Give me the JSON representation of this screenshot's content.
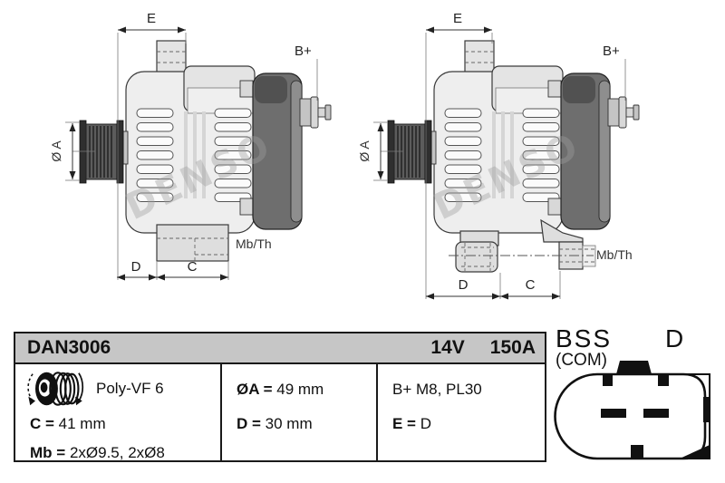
{
  "drawing_labels": {
    "dim_e": "E",
    "terminal_bplus": "B+",
    "dim_oa": "Ø A",
    "dim_d": "D",
    "dim_c": "C",
    "mount_mbth": "Mb/Th",
    "watermark": "DENSO"
  },
  "table": {
    "part_number": "DAN3006",
    "voltage": "14V",
    "current": "150A",
    "pulley_type": "Poly-VF 6",
    "c_label": "C =",
    "c_value": "41 mm",
    "mb_label": "Mb =",
    "mb_value": "2xØ9.5, 2xØ8",
    "oa_label": "ØA =",
    "oa_value": "49 mm",
    "d_label": "D =",
    "d_value": "30 mm",
    "bplus_spec": "B+ M8, PL30",
    "e_label": "E =",
    "e_value": "D"
  },
  "connector": {
    "type": "BSS",
    "subtype": "(COM)",
    "code": "D"
  },
  "colors": {
    "table_header_bg": "#c6c6c6",
    "line": "#1a1a1a",
    "body_gray": "#eeeeee",
    "rear_gray": "#6e6e6e",
    "pulley_gray": "#5c5c5c",
    "watermark_gray": "#9f9f9f"
  }
}
